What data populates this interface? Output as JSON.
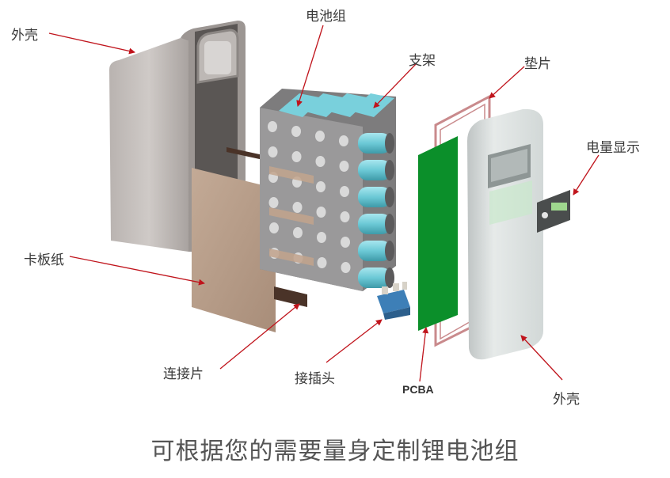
{
  "labels": {
    "shell_left": "外壳",
    "cell_group": "电池组",
    "bracket": "支架",
    "pad": "垫片",
    "level_display": "电量显示",
    "card_paper": "卡板纸",
    "connector_tab": "连接片",
    "plug": "接插头",
    "pcba": "PCBA",
    "shell_right": "外壳"
  },
  "caption": "可根据您的需要量身定制锂电池组",
  "colors": {
    "arrow": "#c0141c",
    "shell": "#c9c4c1",
    "cell": "#7fd3de",
    "pcb": "#0b8f2a",
    "pad": "#c98a8c",
    "cardboard": "#b59a86",
    "tab": "#4a3328"
  }
}
